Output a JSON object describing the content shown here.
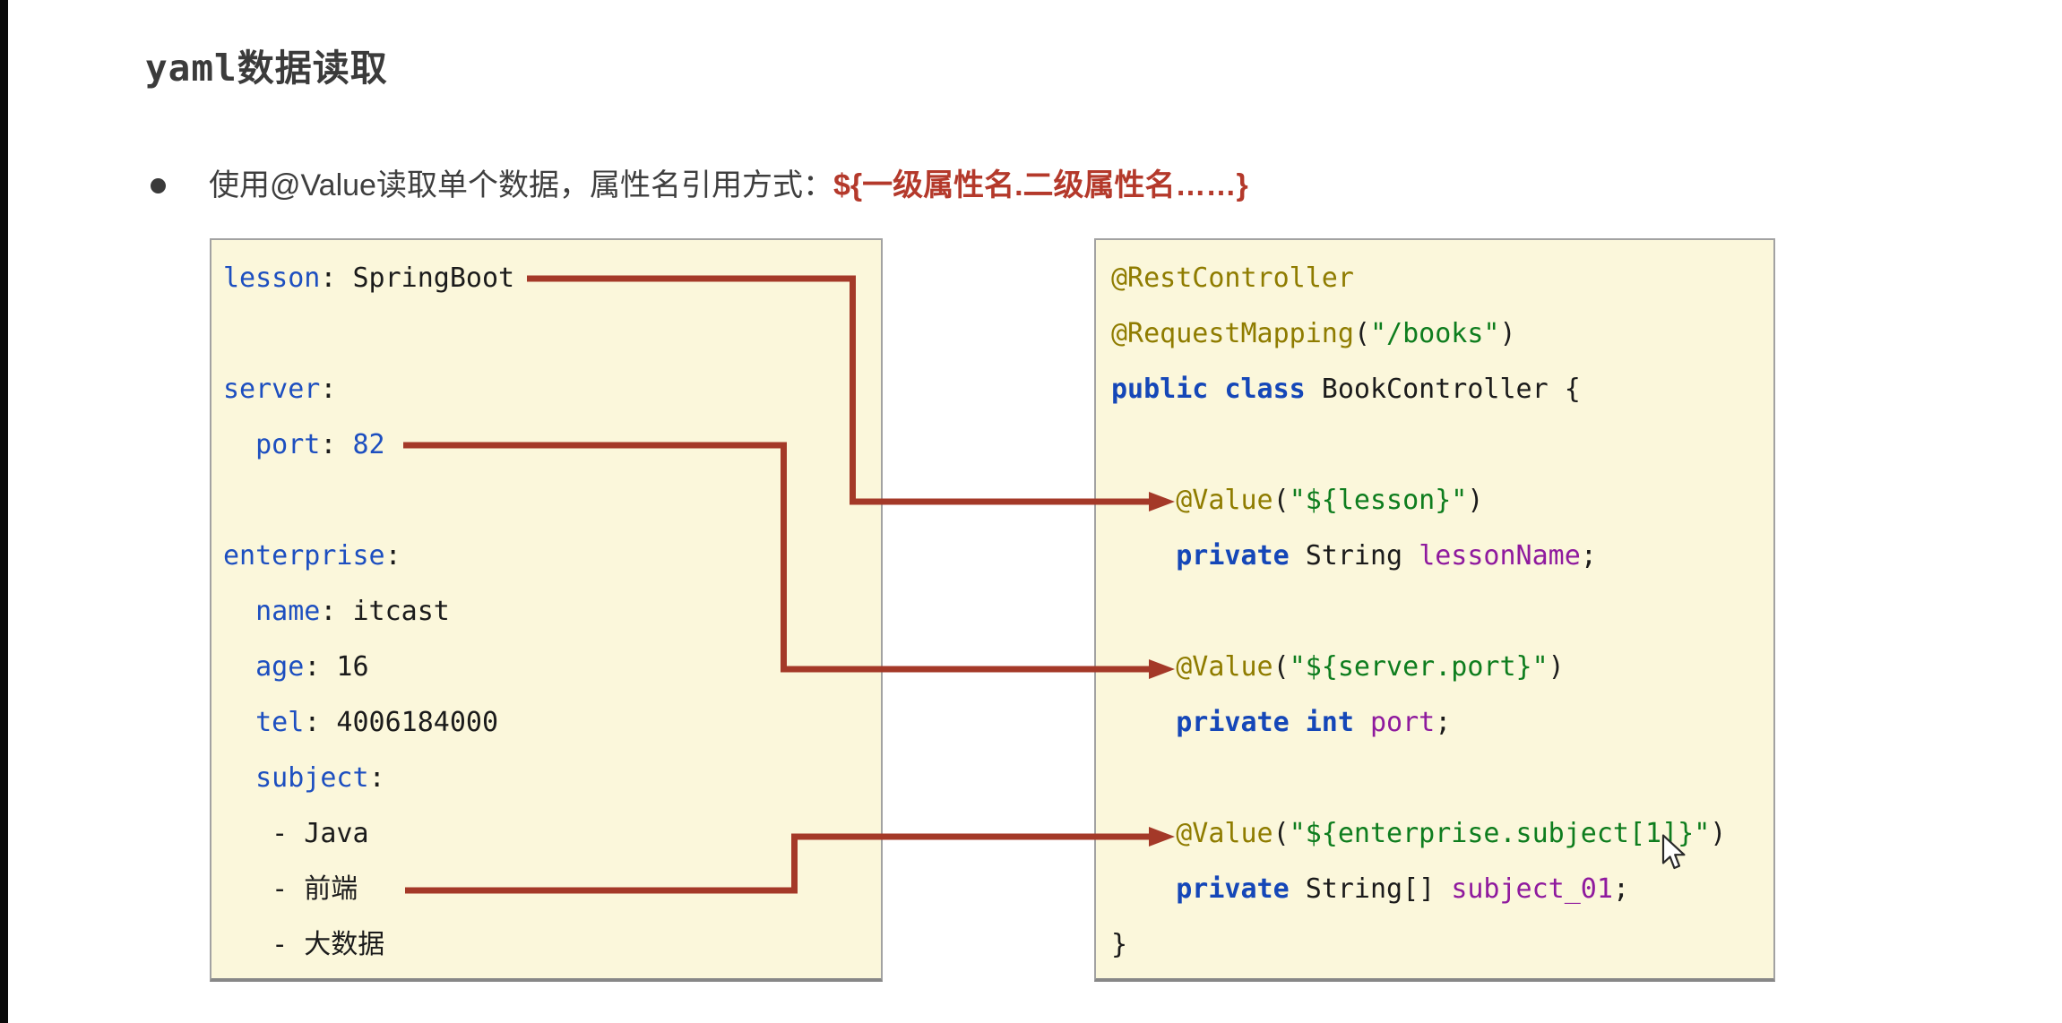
{
  "page": {
    "title": "yaml数据读取"
  },
  "bullet": {
    "text": "使用@Value读取单个数据，属性名引用方式：",
    "highlight": "${一级属性名.二级属性名……}"
  },
  "colors": {
    "highlight_red": "#b4392b",
    "arrow_red": "#a43928",
    "panel_background": "#fbf7db",
    "panel_border": "#a2a2a2",
    "yaml_key_blue": "#1d4fc0",
    "java_keyword_blue": "#1547b8",
    "annotation_gold": "#8f7c00",
    "string_green": "#0e7d1e",
    "field_purple": "#8f1a9e",
    "code_plain": "#1b1b1b",
    "title_gray": "#3b3b3b",
    "letterbox_black": "#0a0a0a"
  },
  "icons": {
    "mouse_cursor": "arrow-pointer"
  },
  "yaml_panel": {
    "lines": [
      [
        {
          "t": "lesson",
          "c": "key"
        },
        {
          "t": ":",
          "c": "plain"
        },
        {
          "t": " SpringBoot",
          "c": "plain"
        }
      ],
      [],
      [
        {
          "t": "server",
          "c": "key"
        },
        {
          "t": ":",
          "c": "plain"
        }
      ],
      [
        {
          "t": "  ",
          "c": "plain"
        },
        {
          "t": "port",
          "c": "key"
        },
        {
          "t": ": ",
          "c": "plain"
        },
        {
          "t": "82",
          "c": "num"
        }
      ],
      [],
      [
        {
          "t": "enterprise",
          "c": "key"
        },
        {
          "t": ":",
          "c": "plain"
        }
      ],
      [
        {
          "t": "  ",
          "c": "plain"
        },
        {
          "t": "name",
          "c": "key"
        },
        {
          "t": ": itcast",
          "c": "plain"
        }
      ],
      [
        {
          "t": "  ",
          "c": "plain"
        },
        {
          "t": "age",
          "c": "key"
        },
        {
          "t": ": 16",
          "c": "plain"
        }
      ],
      [
        {
          "t": "  ",
          "c": "plain"
        },
        {
          "t": "tel",
          "c": "key"
        },
        {
          "t": ": 4006184000",
          "c": "plain"
        }
      ],
      [
        {
          "t": "  ",
          "c": "plain"
        },
        {
          "t": "subject",
          "c": "key"
        },
        {
          "t": ":",
          "c": "plain"
        }
      ],
      [
        {
          "t": "   - Java",
          "c": "plain"
        }
      ],
      [
        {
          "t": "   - 前端",
          "c": "plain"
        }
      ],
      [
        {
          "t": "   - 大数据",
          "c": "plain"
        }
      ]
    ]
  },
  "java_panel": {
    "lines": [
      [
        {
          "t": "@RestController",
          "c": "ann"
        }
      ],
      [
        {
          "t": "@RequestMapping",
          "c": "ann"
        },
        {
          "t": "(",
          "c": "plain"
        },
        {
          "t": "\"/books\"",
          "c": "str"
        },
        {
          "t": ")",
          "c": "plain"
        }
      ],
      [
        {
          "t": "public",
          "c": "kw"
        },
        {
          "t": " ",
          "c": "plain"
        },
        {
          "t": "class",
          "c": "kw"
        },
        {
          "t": " BookController {",
          "c": "plain"
        }
      ],
      [],
      [
        {
          "t": "    ",
          "c": "plain"
        },
        {
          "t": "@Value",
          "c": "ann"
        },
        {
          "t": "(",
          "c": "plain"
        },
        {
          "t": "\"${lesson}\"",
          "c": "str"
        },
        {
          "t": ")",
          "c": "plain"
        }
      ],
      [
        {
          "t": "    ",
          "c": "plain"
        },
        {
          "t": "private",
          "c": "kw"
        },
        {
          "t": " String ",
          "c": "plain"
        },
        {
          "t": "lessonName",
          "c": "field"
        },
        {
          "t": ";",
          "c": "plain"
        }
      ],
      [],
      [
        {
          "t": "    ",
          "c": "plain"
        },
        {
          "t": "@Value",
          "c": "ann"
        },
        {
          "t": "(",
          "c": "plain"
        },
        {
          "t": "\"${server.port}\"",
          "c": "str"
        },
        {
          "t": ")",
          "c": "plain"
        }
      ],
      [
        {
          "t": "    ",
          "c": "plain"
        },
        {
          "t": "private",
          "c": "kw"
        },
        {
          "t": " ",
          "c": "plain"
        },
        {
          "t": "int",
          "c": "kw"
        },
        {
          "t": " ",
          "c": "plain"
        },
        {
          "t": "port",
          "c": "field"
        },
        {
          "t": ";",
          "c": "plain"
        }
      ],
      [],
      [
        {
          "t": "    ",
          "c": "plain"
        },
        {
          "t": "@Value",
          "c": "ann"
        },
        {
          "t": "(",
          "c": "plain"
        },
        {
          "t": "\"${enterprise.subject[1]}\"",
          "c": "str"
        },
        {
          "t": ")",
          "c": "plain"
        }
      ],
      [
        {
          "t": "    ",
          "c": "plain"
        },
        {
          "t": "private",
          "c": "kw"
        },
        {
          "t": " String[] ",
          "c": "plain"
        },
        {
          "t": "subject_01",
          "c": "field"
        },
        {
          "t": ";",
          "c": "plain"
        }
      ],
      [
        {
          "t": "}",
          "c": "plain"
        }
      ]
    ]
  },
  "connectors": [
    {
      "from": "lesson: SpringBoot",
      "to": "@Value(\"${lesson}\")"
    },
    {
      "from": "port: 82",
      "to": "@Value(\"${server.port}\")"
    },
    {
      "from": "- 前端",
      "to": "@Value(\"${enterprise.subject[1]}\")"
    }
  ]
}
